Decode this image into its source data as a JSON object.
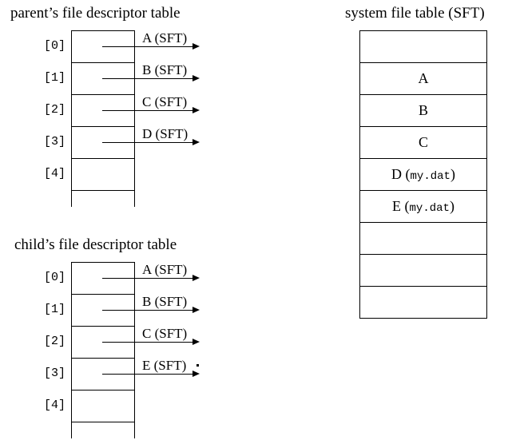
{
  "colors": {
    "ink": "#000000",
    "background": "#ffffff"
  },
  "parent_table": {
    "title": "parent’s file descriptor table",
    "indices": [
      "[0]",
      "[1]",
      "[2]",
      "[3]",
      "[4]"
    ],
    "arrows": [
      "A (SFT)",
      "B (SFT)",
      "C (SFT)",
      "D (SFT)"
    ]
  },
  "child_table": {
    "title": "child’s file descriptor table",
    "indices": [
      "[0]",
      "[1]",
      "[2]",
      "[3]",
      "[4]"
    ],
    "arrows": [
      "A (SFT)",
      "B (SFT)",
      "C (SFT)",
      "E (SFT)"
    ]
  },
  "sft_table": {
    "title": "system file table (SFT)",
    "rows": [
      {
        "name": ""
      },
      {
        "name": "A"
      },
      {
        "name": "B"
      },
      {
        "name": "C"
      },
      {
        "name": "D",
        "open": " (",
        "file": "my.dat",
        "close": ")"
      },
      {
        "name": "E",
        "open": " (",
        "file": "my.dat",
        "close": ")"
      },
      {
        "name": ""
      },
      {
        "name": ""
      },
      {
        "name": ""
      }
    ]
  }
}
